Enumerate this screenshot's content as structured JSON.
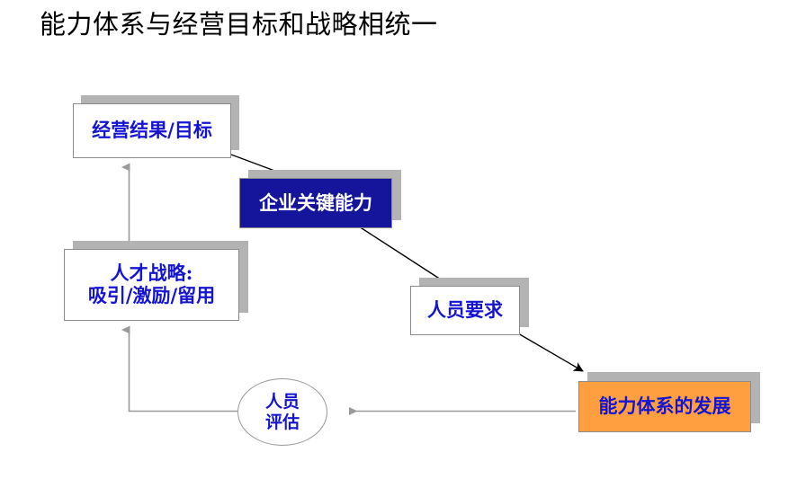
{
  "slide": {
    "title": "能力体系与经营目标和战略相统一",
    "background": "#ffffff"
  },
  "colors": {
    "text_blue": "#1414d2",
    "navy_fill": "#15159c",
    "orange_fill": "#ff9f3f",
    "shadow_gray": "#b3b3b3",
    "border_gray": "#8c8c8c",
    "arrow_gray": "#9a9a9a",
    "arrow_black": "#000000"
  },
  "nodes": {
    "business_results": {
      "label": "经营结果/目标",
      "style": "white-box"
    },
    "core_capability": {
      "label": "企业关键能力",
      "style": "navy-box"
    },
    "talent_strategy": {
      "label": "人才战略:\n吸引/激励/留用",
      "style": "white-box"
    },
    "people_requirements": {
      "label": "人员要求",
      "style": "white-box"
    },
    "capability_development": {
      "label": "能力体系的发展",
      "style": "orange-box"
    },
    "people_assessment": {
      "label": "人员\n评估",
      "style": "ellipse"
    }
  },
  "connectors": [
    {
      "name": "talent-strategy-to-business-results",
      "from": "talent_strategy",
      "to": "business_results",
      "style": "gray-arrow-up"
    },
    {
      "name": "assessment-to-talent-strategy",
      "from": "people_assessment",
      "to": "talent_strategy",
      "style": "gray-elbow-arrow-up"
    },
    {
      "name": "capability-development-to-assessment",
      "from": "capability_development",
      "to": "people_assessment",
      "style": "gray-arrow-left"
    },
    {
      "name": "business-results-to-core-capability",
      "from": "business_results",
      "to": "core_capability",
      "style": "black-line"
    },
    {
      "name": "core-capability-to-people-requirements",
      "from": "core_capability",
      "to": "people_requirements",
      "style": "black-line"
    },
    {
      "name": "people-requirements-to-capability-development",
      "from": "people_requirements",
      "to": "capability_development",
      "style": "black-arrow"
    }
  ]
}
